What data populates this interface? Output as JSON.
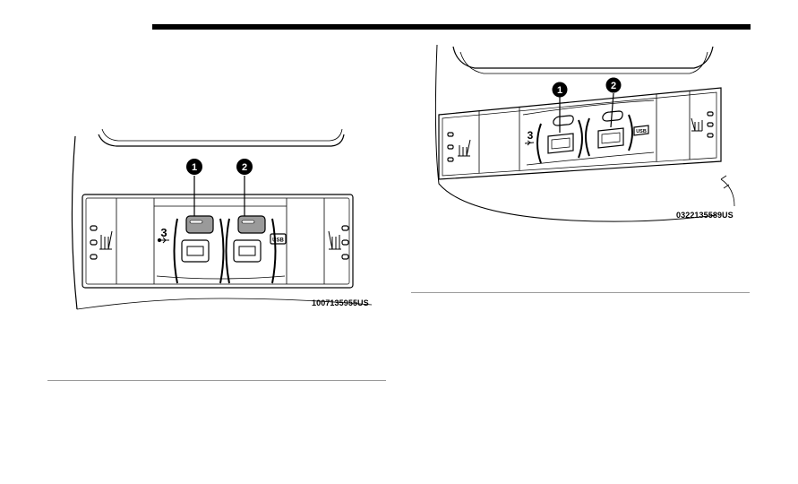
{
  "figures": [
    {
      "id": "1007135955US",
      "callouts": [
        "1",
        "2"
      ],
      "usb_port_count_label": "3",
      "usb_badge": "USB"
    },
    {
      "id": "0322135589US",
      "callouts": [
        "1",
        "2"
      ],
      "usb_port_count_label": "3",
      "usb_badge": "USB"
    }
  ]
}
